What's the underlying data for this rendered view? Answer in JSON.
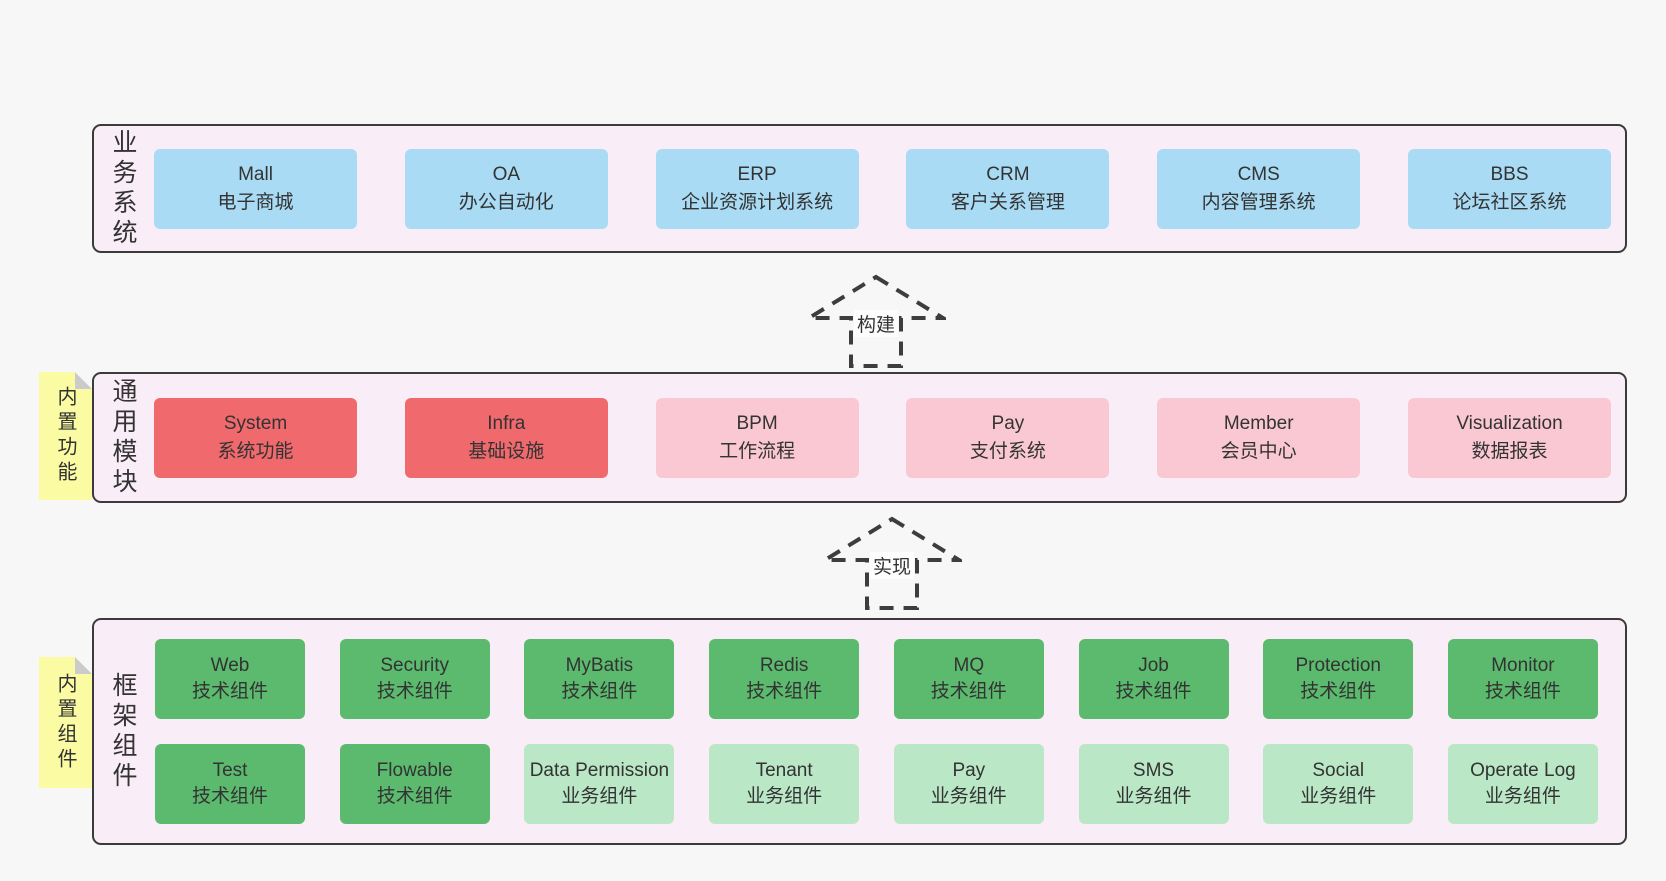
{
  "colors": {
    "page_bg": "#f7f7f7",
    "band_bg": "#f9eef7",
    "band_border": "#3b3b3b",
    "blue": "#a9dbf4",
    "red": "#f0696d",
    "pink": "#f9c8d3",
    "green": "#5cba6e",
    "light_green": "#bae7c5",
    "note_yellow": "#fbfba4",
    "note_fold": "#cbcbcb",
    "text": "#333333",
    "arrow": "#3d3d3d",
    "arrow_label_bg": "#fdfdfd"
  },
  "arrows": [
    {
      "label": "构建"
    },
    {
      "label": "实现"
    }
  ],
  "notes": [
    {
      "label": "内置功能"
    },
    {
      "label": "内置组件"
    }
  ],
  "bands": [
    {
      "id": "business-systems",
      "label": "业务系统",
      "rows": [
        [
          {
            "title": "Mall",
            "subtitle": "电子商城",
            "color": "blue"
          },
          {
            "title": "OA",
            "subtitle": "办公自动化",
            "color": "blue"
          },
          {
            "title": "ERP",
            "subtitle": "企业资源计划系统",
            "color": "blue"
          },
          {
            "title": "CRM",
            "subtitle": "客户关系管理",
            "color": "blue"
          },
          {
            "title": "CMS",
            "subtitle": "内容管理系统",
            "color": "blue"
          },
          {
            "title": "BBS",
            "subtitle": "论坛社区系统",
            "color": "blue"
          }
        ]
      ]
    },
    {
      "id": "common-modules",
      "label": "通用模块",
      "rows": [
        [
          {
            "title": "System",
            "subtitle": "系统功能",
            "color": "red"
          },
          {
            "title": "Infra",
            "subtitle": "基础设施",
            "color": "red"
          },
          {
            "title": "BPM",
            "subtitle": "工作流程",
            "color": "pink"
          },
          {
            "title": "Pay",
            "subtitle": "支付系统",
            "color": "pink"
          },
          {
            "title": "Member",
            "subtitle": "会员中心",
            "color": "pink"
          },
          {
            "title": "Visualization",
            "subtitle": "数据报表",
            "color": "pink"
          }
        ]
      ]
    },
    {
      "id": "framework-components",
      "label": "框架组件",
      "rows": [
        [
          {
            "title": "Web",
            "subtitle": "技术组件",
            "color": "green"
          },
          {
            "title": "Security",
            "subtitle": "技术组件",
            "color": "green"
          },
          {
            "title": "MyBatis",
            "subtitle": "技术组件",
            "color": "green"
          },
          {
            "title": "Redis",
            "subtitle": "技术组件",
            "color": "green"
          },
          {
            "title": "MQ",
            "subtitle": "技术组件",
            "color": "green"
          },
          {
            "title": "Job",
            "subtitle": "技术组件",
            "color": "green"
          },
          {
            "title": "Protection",
            "subtitle": "技术组件",
            "color": "green"
          },
          {
            "title": "Monitor",
            "subtitle": "技术组件",
            "color": "green"
          }
        ],
        [
          {
            "title": "Test",
            "subtitle": "技术组件",
            "color": "green"
          },
          {
            "title": "Flowable",
            "subtitle": "技术组件",
            "color": "green"
          },
          {
            "title": "Data Permission",
            "subtitle": "业务组件",
            "color": "lightgreen"
          },
          {
            "title": "Tenant",
            "subtitle": "业务组件",
            "color": "lightgreen"
          },
          {
            "title": "Pay",
            "subtitle": "业务组件",
            "color": "lightgreen"
          },
          {
            "title": "SMS",
            "subtitle": "业务组件",
            "color": "lightgreen"
          },
          {
            "title": "Social",
            "subtitle": "业务组件",
            "color": "lightgreen"
          },
          {
            "title": "Operate Log",
            "subtitle": "业务组件",
            "color": "lightgreen"
          }
        ]
      ]
    }
  ]
}
